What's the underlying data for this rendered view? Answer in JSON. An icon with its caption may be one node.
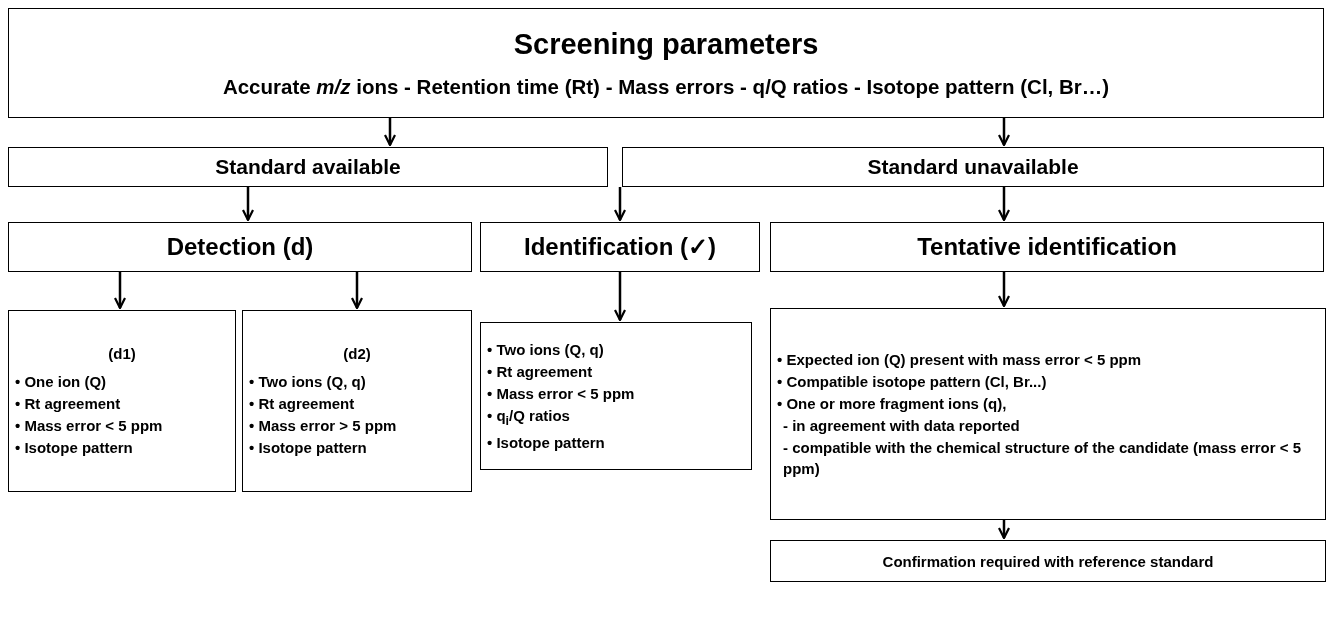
{
  "diagram": {
    "nodes": [
      {
        "text": [
          "Screening parameters",
          "Accurate *m/z* ions - Retention time (Rt) - Mass errors - q/Q ratios - Isotope pattern (Cl, Br…)"
        ]
      },
      {
        "text": [
          "Standard available"
        ]
      },
      {
        "text": [
          "Standard unavailable"
        ]
      },
      {
        "text": [
          "Detection (d)"
        ]
      },
      {
        "text": [
          "Identification (✓)"
        ]
      },
      {
        "text": [
          "Tentative identification"
        ]
      },
      {
        "text": [
          "(d1)",
          "• One ion (Q)",
          "• Rt agreement",
          "• Mass error < 5 ppm",
          "• Isotope pattern"
        ]
      },
      {
        "text": [
          "(d2)",
          "• Two ions (Q, q)",
          "• Rt agreement",
          "• Mass error > 5 ppm",
          "• Isotope pattern"
        ]
      },
      {
        "text": [
          "• Two ions (Q, q)",
          "• Rt agreement",
          "• Mass error < 5 ppm",
          "• q$_{i}$/Q ratios",
          "• Isotope pattern"
        ]
      },
      {
        "text": [
          "• Expected ion (Q) present with mass error < 5 ppm",
          "• Compatible isotope pattern (Cl, Br...)",
          "• One or more fragment ions (q),",
          "- in agreement with data reported",
          "- compatible with the chemical structure of the candidate (mass error < 5 ppm)"
        ]
      },
      {
        "text": [
          "Confirmation required with reference standard"
        ]
      }
    ],
    "edges": [
      {
        "from": 0,
        "to": 1,
        "arrow": "to"
      },
      {
        "from": 0,
        "to": 2,
        "arrow": "to"
      },
      {
        "from": 1,
        "to": 3,
        "arrow": "to"
      },
      {
        "from": 1,
        "to": 4,
        "arrow": "to"
      },
      {
        "from": 2,
        "to": 5,
        "arrow": "to"
      },
      {
        "from": 3,
        "to": 6,
        "arrow": "to"
      },
      {
        "from": 3,
        "to": 7,
        "arrow": "to"
      },
      {
        "from": 4,
        "to": 8,
        "arrow": "to"
      },
      {
        "from": 5,
        "to": 9,
        "arrow": "to"
      },
      {
        "from": 9,
        "to": 10,
        "arrow": "to"
      }
    ]
  }
}
